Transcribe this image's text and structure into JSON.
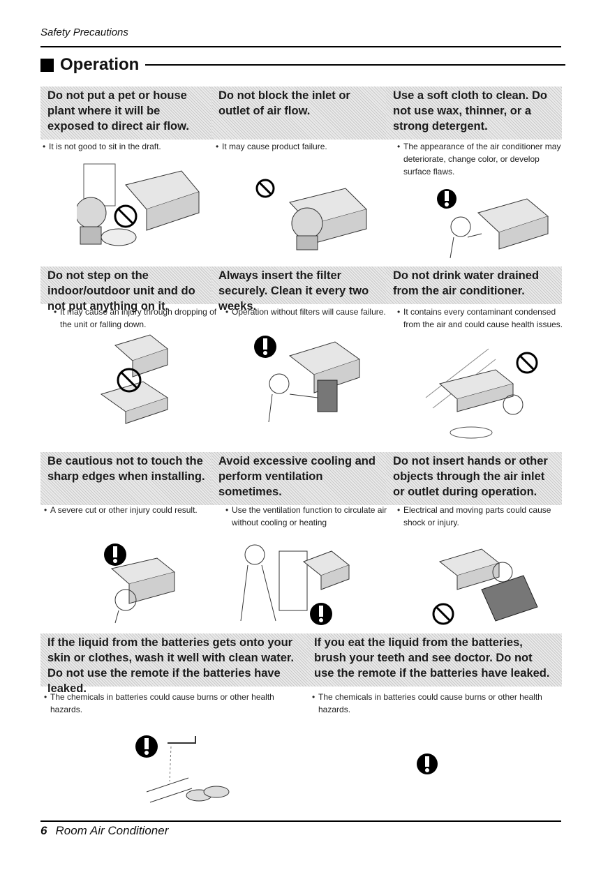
{
  "header": {
    "section": "Safety Precautions"
  },
  "heading": {
    "title": "Operation"
  },
  "items": [
    {
      "title": "Do not put a pet or house plant where it will be exposed to direct air flow.",
      "desc": "It is not good to sit in the draft."
    },
    {
      "title": "Do not block the inlet or outlet of air flow.",
      "desc": "It may cause product failure."
    },
    {
      "title": "Use a soft cloth to clean. Do not use wax, thinner, or a strong detergent.",
      "desc": "The appearance of the air conditioner may deteriorate, change color, or develop surface flaws."
    },
    {
      "title": "Do not step on the indoor/outdoor unit and do not put anything on it.",
      "desc": "It may cause an injury through dropping of the unit or falling down."
    },
    {
      "title": "Always insert the filter securely. Clean it every two weeks.",
      "desc": "Operation without filters will cause failure."
    },
    {
      "title": "Do not drink water drained from the air conditioner.",
      "desc": "It contains every contaminant condensed from the air and could cause health issues."
    },
    {
      "title": "Be cautious not to touch the sharp edges when installing.",
      "desc": "A severe cut or other injury could result."
    },
    {
      "title": "Avoid excessive cooling and perform ventilation sometimes.",
      "desc": "Use the ventilation function to circulate air without cooling or heating"
    },
    {
      "title": "Do not insert hands or other objects through the air inlet or outlet during operation.",
      "desc": "Electrical and moving parts could cause shock or injury."
    },
    {
      "title": "If the liquid from the batteries gets onto your skin or clothes, wash it well with clean water. Do not use the remote if the batteries have leaked.",
      "desc": "The chemicals in batteries could cause burns or other health hazards."
    },
    {
      "title": "If you eat the liquid from the batteries, brush your teeth and see doctor. Do not use the remote if the batteries have leaked.",
      "desc": "The chemicals in batteries could cause burns or other health hazards."
    }
  ],
  "footer": {
    "page_number": "6",
    "title": "Room Air Conditioner"
  }
}
